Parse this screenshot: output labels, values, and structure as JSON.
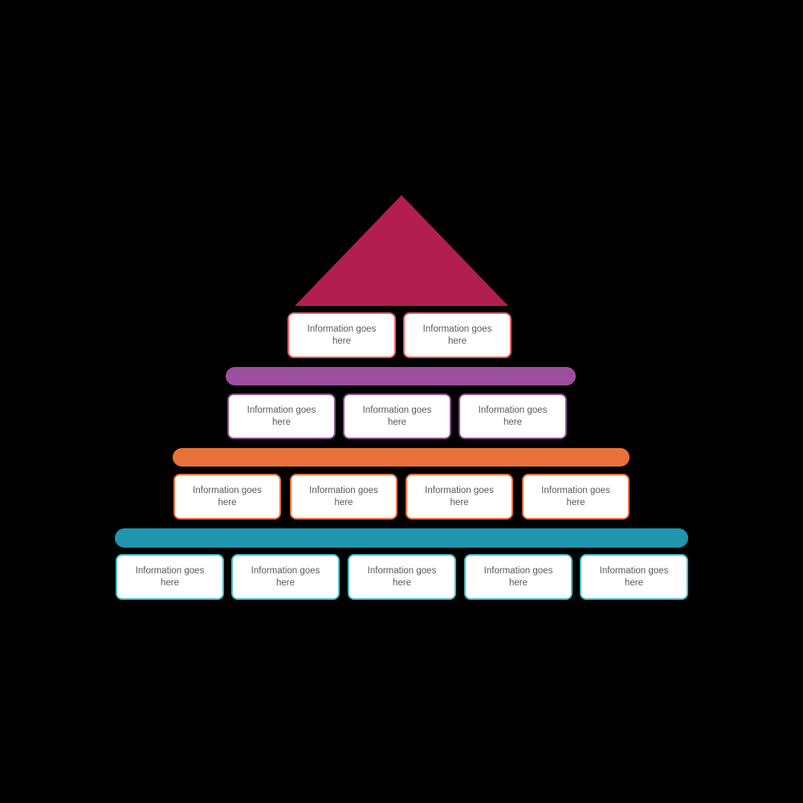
{
  "canvas": {
    "background_color": "#000000",
    "text_color": "#595959"
  },
  "pyramid": {
    "levels": [
      {
        "name": "level-1",
        "shape": "triangle",
        "shape_color": "#B21E50",
        "box_border_color": "#ED5A63",
        "boxes": [
          {
            "label": "Information goes here"
          },
          {
            "label": "Information goes here"
          }
        ]
      },
      {
        "name": "level-2",
        "shape": "bar",
        "shape_color": "#9C4F9E",
        "box_border_color": "#8A4A8F",
        "boxes": [
          {
            "label": "Information goes here"
          },
          {
            "label": "Information goes here"
          },
          {
            "label": "Information goes here"
          }
        ]
      },
      {
        "name": "level-3",
        "shape": "bar",
        "shape_color": "#E87239",
        "box_border_color": "#E87239",
        "boxes": [
          {
            "label": "Information goes here"
          },
          {
            "label": "Information goes here"
          },
          {
            "label": "Information goes here"
          },
          {
            "label": "Information goes here"
          }
        ]
      },
      {
        "name": "level-4",
        "shape": "bar",
        "shape_color": "#2095AE",
        "box_border_color": "#45BFCD",
        "boxes": [
          {
            "label": "Information goes here"
          },
          {
            "label": "Information goes here"
          },
          {
            "label": "Information goes here"
          },
          {
            "label": "Information goes here"
          },
          {
            "label": "Information goes here"
          }
        ]
      }
    ]
  }
}
